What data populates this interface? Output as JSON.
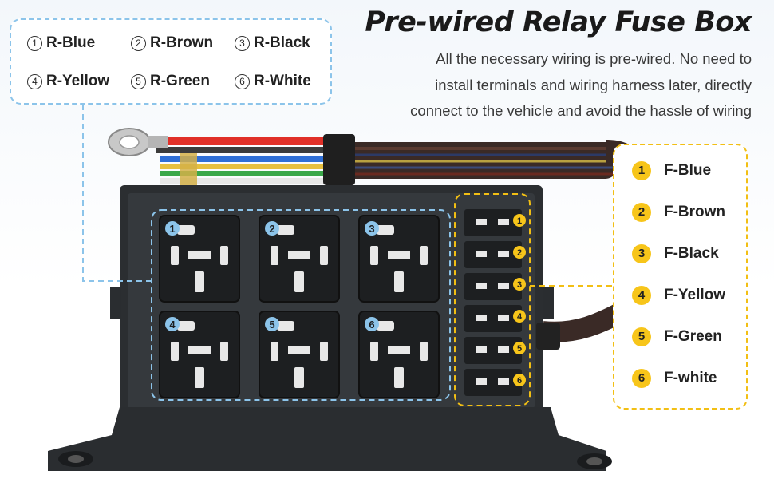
{
  "title": "Pre-wired Relay Fuse Box",
  "description": [
    "All the necessary wiring is pre-wired. No need to",
    "install terminals and wiring harness later, directly",
    "connect to the vehicle and avoid the hassle of wiring"
  ],
  "relay_legend": [
    {
      "num": "1",
      "label": "R-Blue"
    },
    {
      "num": "2",
      "label": "R-Brown"
    },
    {
      "num": "3",
      "label": "R-Black"
    },
    {
      "num": "4",
      "label": "R-Yellow"
    },
    {
      "num": "5",
      "label": "R-Green"
    },
    {
      "num": "6",
      "label": "R-White"
    }
  ],
  "fuse_legend": [
    {
      "num": "1",
      "label": "F-Blue"
    },
    {
      "num": "2",
      "label": "F-Brown"
    },
    {
      "num": "3",
      "label": "F-Black"
    },
    {
      "num": "4",
      "label": "F-Yellow"
    },
    {
      "num": "5",
      "label": "F-Green"
    },
    {
      "num": "6",
      "label": "F-white"
    }
  ],
  "relay_slot_numbers": [
    "1",
    "2",
    "3",
    "4",
    "5",
    "6"
  ],
  "fuse_slot_numbers": [
    "1",
    "2",
    "3",
    "4",
    "5",
    "6"
  ],
  "colors": {
    "relay_accent": "#8cc4ea",
    "fuse_accent": "#f2bf14",
    "box_body": "#2b2e31"
  }
}
